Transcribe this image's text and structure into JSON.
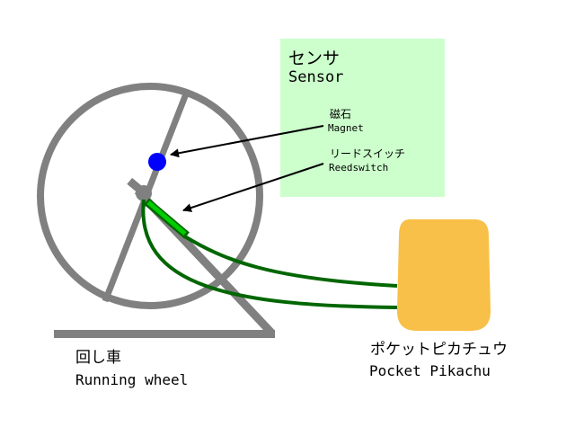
{
  "sensor": {
    "title_jp": "センサ",
    "title_en": "Sensor",
    "magnet_jp": "磁石",
    "magnet_en": "Magnet",
    "reed_jp": "リードスイッチ",
    "reed_en": "Reedswitch"
  },
  "wheel": {
    "label_jp": "回し車",
    "label_en": "Running wheel"
  },
  "pikachu": {
    "label_jp": "ポケットピカチュウ",
    "label_en": "Pocket Pikachu"
  },
  "colors": {
    "sensor_box": "#ccffcc",
    "wheel": "#808080",
    "magnet": "#0000ff",
    "reed_switch": "#00cc00",
    "wire": "#006600",
    "pikachu": "#f8c048",
    "arrow": "#000000"
  }
}
